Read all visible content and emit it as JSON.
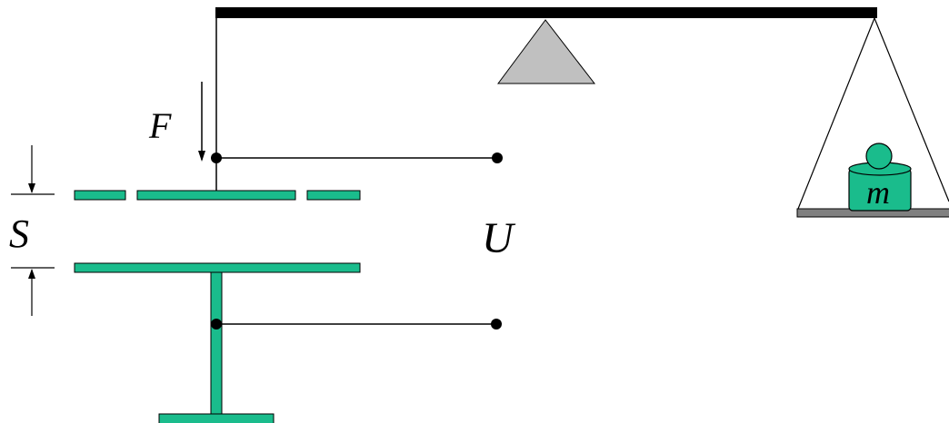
{
  "labels": {
    "force": "F",
    "gap": "S",
    "voltage": "U",
    "mass": "m"
  },
  "colors": {
    "plate": "#1abc8c",
    "fulcrum": "#c0c0c0",
    "pan": "#808080",
    "beam": "#000000",
    "line": "#000000"
  }
}
